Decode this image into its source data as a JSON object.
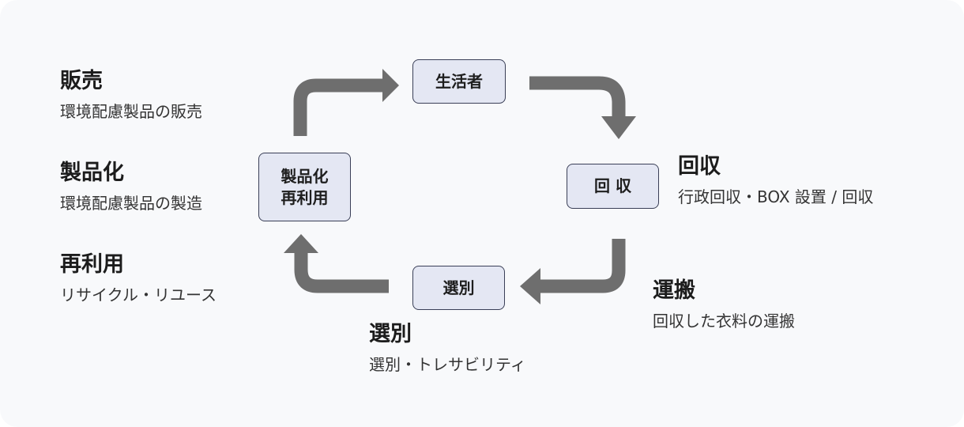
{
  "nodes": {
    "consumer": "生活者",
    "collection": "回 収",
    "sorting": "選別",
    "manufacture": "製品化\n再利用"
  },
  "captions": {
    "sales": {
      "title": "販売",
      "sub": "環境配慮製品の販売"
    },
    "product": {
      "title": "製品化",
      "sub": "環境配慮製品の製造"
    },
    "reuse": {
      "title": "再利用",
      "sub": "リサイクル・リユース"
    },
    "collection": {
      "title": "回収",
      "sub": "行政回収・BOX 設置 / 回収"
    },
    "transport": {
      "title": "運搬",
      "sub": "回収した衣料の運搬"
    },
    "sorting": {
      "title": "選別",
      "sub": "選別・トレサビリティ"
    }
  },
  "colors": {
    "arrow": "#6e6e6e",
    "node_fill": "#e4e7f3",
    "node_border": "#3a3f57",
    "background": "#f8f9fb"
  }
}
